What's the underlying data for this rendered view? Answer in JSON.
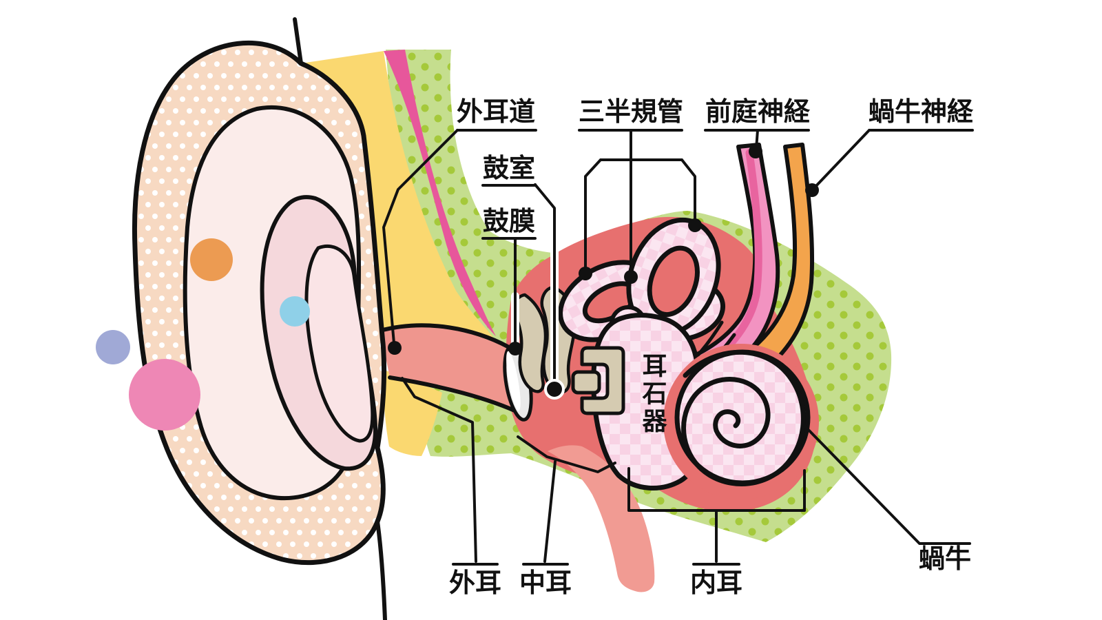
{
  "diagram": {
    "labels": {
      "ear_canal": "外耳道",
      "tympanic_cavity": "鼓室",
      "eardrum": "鼓膜",
      "semicircular_canals": "三半規管",
      "vestibular_nerve": "前庭神経",
      "cochlear_nerve": "蝸牛神経",
      "otolith_organ": "耳石器",
      "cochlea": "蝸牛",
      "outer_ear": "外耳",
      "middle_ear": "中耳",
      "inner_ear": "内耳"
    },
    "colors": {
      "line": "#111111",
      "skin": "#F7D9C2",
      "skin_dot": "#FFFFFF",
      "concha_pink": "#FBECEA",
      "fold_pink": "#F5D8DC",
      "fold_inner_pink": "#FAE4E6",
      "yellow_region": "#FAD870",
      "magenta_stripe": "#E7579B",
      "green_region": "#C5DE8E",
      "green_dot": "#A5C93A",
      "middle_ear_red": "#E7706F",
      "canal_salmon": "#EF968E",
      "eustachian_salmon": "#F19B93",
      "eardrum_gray": "#E9E9E9",
      "ossicle_beige": "#D5CBB1",
      "labyrinth_checker_light": "#FBE6F1",
      "labyrinth_checker_dark": "#F8D2E4",
      "vestibular_nerve_pink": "#F293C1",
      "vestibular_nerve_stripe": "#E8649F",
      "cochlear_nerve_orange": "#F3A44C",
      "acupoint_orange": "#EC9B52",
      "acupoint_blue": "#8FD0E8",
      "deco_lavender": "#A0A9D6",
      "deco_pink": "#EE87B5"
    }
  }
}
